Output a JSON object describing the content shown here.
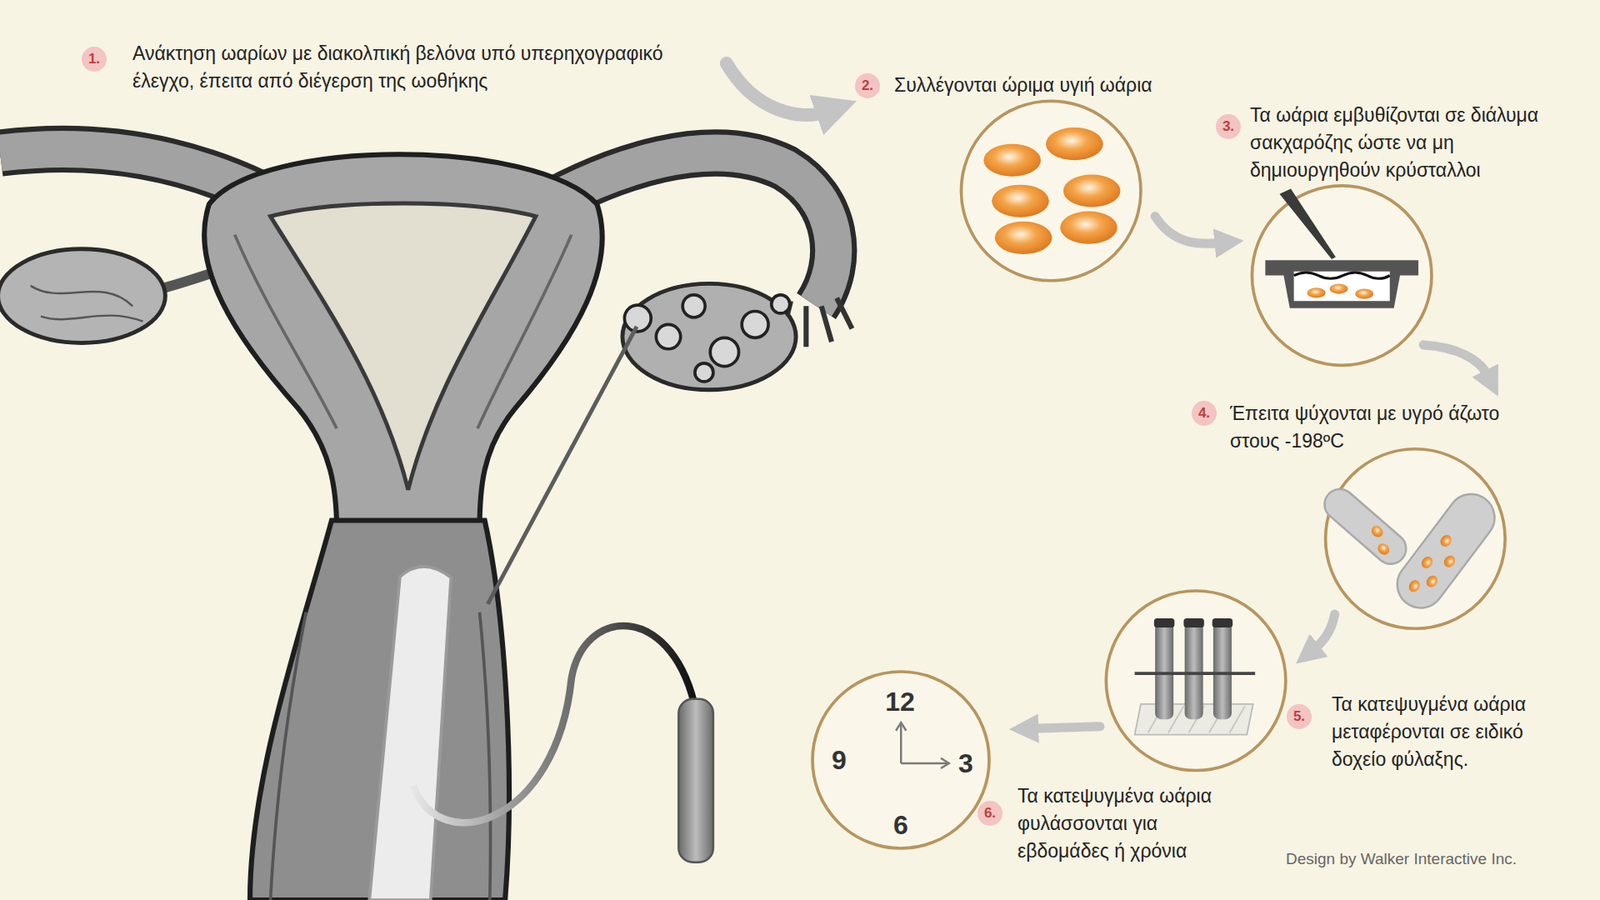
{
  "diagram": {
    "nodes": [
      {
        "text": [
          "1."
        ]
      },
      {
        "text": [
          "2."
        ]
      },
      {
        "text": [
          "3."
        ]
      },
      {
        "text": [
          "4."
        ]
      },
      {
        "text": [
          "5."
        ]
      },
      {
        "text": [
          "12",
          "9",
          "3",
          "6"
        ]
      },
      {
        "text": [
          "6."
        ]
      }
    ],
    "labels": [
      "Ανάκτηση ωαρίων με διακολπική βελόνα υπό υπερηχογραφικό έλεγχο, έπειτα από διέγερση της ωοθήκης",
      "Συλλέγονται ώριμα υγιή ωάρια",
      "Τα ωάρια εμβυθίζονται σε διάλυμα σακχαρόζης ώστε να μη δημιουργηθούν κρύσταλλοι",
      "Έπειτα ψύχονται με υγρό άζωτο στους -198ºC",
      "Τα κατεψυγμένα ωάρια μεταφέρονται σε ειδικό δοχείο φύλαξης.",
      "Τα κατεψυγμένα ωάρια φυλάσσονται για εβδομάδες ή χρόνια",
      "Design by Walker Interactive Inc."
    ]
  }
}
